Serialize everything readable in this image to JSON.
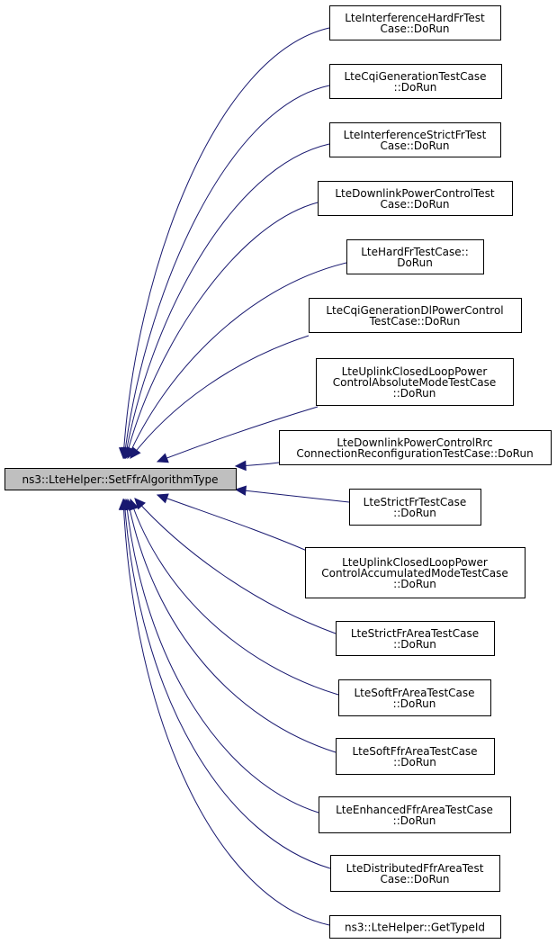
{
  "graph": {
    "edge_color": "#191970",
    "main_node": {
      "label_lines": [
        "ns3::LteHelper::SetFfrAlgorithmType"
      ],
      "fill": "#bfbfbf"
    },
    "caller_nodes": [
      {
        "id": "interference-hard-fr",
        "label_lines": [
          "LteInterferenceHardFrTest",
          "Case::DoRun"
        ]
      },
      {
        "id": "cqi-generation",
        "label_lines": [
          "LteCqiGenerationTestCase",
          "::DoRun"
        ]
      },
      {
        "id": "interference-strict-fr",
        "label_lines": [
          "LteInterferenceStrictFrTest",
          "Case::DoRun"
        ]
      },
      {
        "id": "downlink-power-control",
        "label_lines": [
          "LteDownlinkPowerControlTest",
          "Case::DoRun"
        ]
      },
      {
        "id": "hard-fr",
        "label_lines": [
          "LteHardFrTestCase::",
          "DoRun"
        ]
      },
      {
        "id": "cqi-generation-dl-power",
        "label_lines": [
          "LteCqiGenerationDlPowerControl",
          "TestCase::DoRun"
        ]
      },
      {
        "id": "uplink-closed-loop-absolute",
        "label_lines": [
          "LteUplinkClosedLoopPower",
          "ControlAbsoluteModeTestCase",
          "::DoRun"
        ]
      },
      {
        "id": "downlink-power-control-rrc",
        "label_lines": [
          "LteDownlinkPowerControlRrc",
          "ConnectionReconfigurationTestCase::DoRun"
        ]
      },
      {
        "id": "strict-fr",
        "label_lines": [
          "LteStrictFrTestCase",
          "::DoRun"
        ]
      },
      {
        "id": "uplink-closed-loop-accumulated",
        "label_lines": [
          "LteUplinkClosedLoopPower",
          "ControlAccumulatedModeTestCase",
          "::DoRun"
        ]
      },
      {
        "id": "strict-fr-area",
        "label_lines": [
          "LteStrictFrAreaTestCase",
          "::DoRun"
        ]
      },
      {
        "id": "soft-fr-area",
        "label_lines": [
          "LteSoftFrAreaTestCase",
          "::DoRun"
        ]
      },
      {
        "id": "soft-ffr-area",
        "label_lines": [
          "LteSoftFfrAreaTestCase",
          "::DoRun"
        ]
      },
      {
        "id": "enhanced-ffr-area",
        "label_lines": [
          "LteEnhancedFfrAreaTestCase",
          "::DoRun"
        ]
      },
      {
        "id": "distributed-ffr-area",
        "label_lines": [
          "LteDistributedFfrAreaTest",
          "Case::DoRun"
        ]
      },
      {
        "id": "get-type-id",
        "label_lines": [
          "ns3::LteHelper::GetTypeId"
        ]
      }
    ]
  }
}
